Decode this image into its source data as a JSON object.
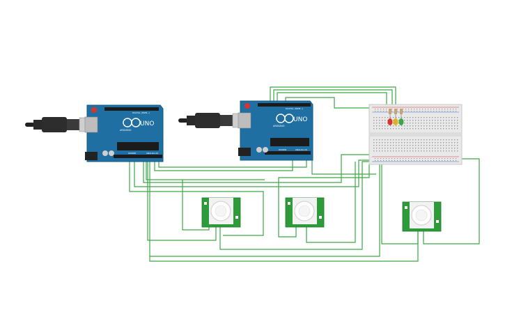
{
  "arduinos": [
    {
      "logo": "UNO",
      "digital_label": "DIGITAL (PWM~)",
      "power_label": "POWER",
      "analog_label": "ANALOG IN",
      "brand": "ARDUINO"
    },
    {
      "logo": "UNO",
      "digital_label": "DIGITAL (PWM~)",
      "power_label": "POWER",
      "analog_label": "ANALOG IN",
      "brand": "ARDUINO"
    }
  ],
  "colors": {
    "board": "#1f6fa3",
    "wire": "#3aa845",
    "sensor_pcb": "#2e9b3a",
    "breadboard": "#e9e9e9",
    "led_red": "#d9342b",
    "led_yellow": "#e0b020",
    "led_green": "#3aa845"
  },
  "components": {
    "usb_cables": [
      "usb-cable-1",
      "usb-cable-2"
    ],
    "pir_sensors": [
      "pir-sensor-1",
      "pir-sensor-2",
      "pir-sensor-3"
    ],
    "leds": [
      "red",
      "yellow",
      "green"
    ]
  }
}
